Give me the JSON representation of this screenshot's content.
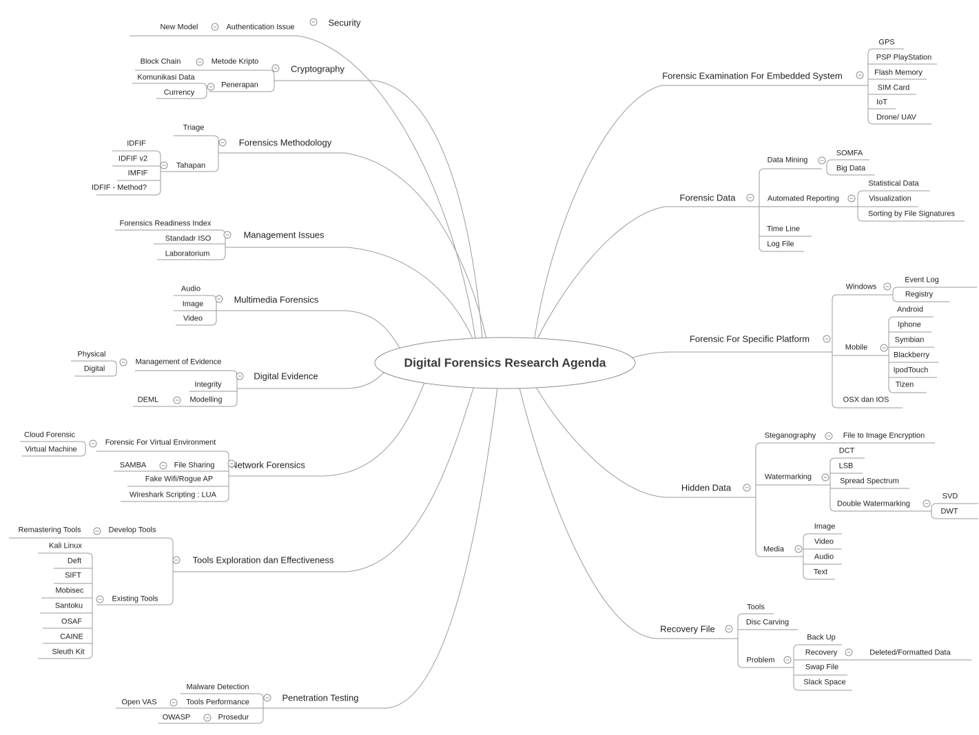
{
  "map": {
    "root": "Digital Forensics Research Agenda",
    "left": [
      {
        "label": "Security",
        "children": [
          {
            "label": "Authentication Issue",
            "children": [
              {
                "label": "New Model"
              }
            ]
          }
        ]
      },
      {
        "label": "Cryptography",
        "children": [
          {
            "label": "Metode Kripto",
            "children": [
              {
                "label": "Block Chain"
              }
            ]
          },
          {
            "label": "Penerapan",
            "children": [
              {
                "label": "Komunikasi Data"
              },
              {
                "label": "Currency"
              }
            ]
          }
        ]
      },
      {
        "label": "Forensics Methodology",
        "children": [
          {
            "label": "Triage"
          },
          {
            "label": "Tahapan",
            "children": [
              {
                "label": "IDFIF"
              },
              {
                "label": "IDFIF v2"
              },
              {
                "label": "IMFIF"
              },
              {
                "label": "IDFIF - Method?"
              }
            ]
          }
        ]
      },
      {
        "label": "Management Issues",
        "children": [
          {
            "label": "Forensics Readiness Index"
          },
          {
            "label": "Standadr ISO"
          },
          {
            "label": "Laboratorium"
          }
        ]
      },
      {
        "label": "Multimedia Forensics",
        "children": [
          {
            "label": "Audio"
          },
          {
            "label": "Image"
          },
          {
            "label": "Video"
          }
        ]
      },
      {
        "label": "Digital Evidence",
        "children": [
          {
            "label": "Management  of Evidence",
            "children": [
              {
                "label": "Physical"
              },
              {
                "label": "Digital"
              }
            ]
          },
          {
            "label": "Integrity"
          },
          {
            "label": "Modelling",
            "children": [
              {
                "label": "DEML"
              }
            ]
          }
        ]
      },
      {
        "label": "Network Forensics",
        "children": [
          {
            "label": "Forensic For Virtual Environment",
            "children": [
              {
                "label": "Cloud Forensic"
              },
              {
                "label": "Virtual Machine"
              }
            ]
          },
          {
            "label": "File Sharing",
            "children": [
              {
                "label": "SAMBA"
              }
            ]
          },
          {
            "label": "Fake Wifi/Rogue AP"
          },
          {
            "label": "Wireshark Scripting : LUA"
          }
        ]
      },
      {
        "label": "Tools Exploration dan Effectiveness",
        "children": [
          {
            "label": "Develop Tools",
            "children": [
              {
                "label": "Remastering Tools"
              }
            ]
          },
          {
            "label": "Existing Tools",
            "children": [
              {
                "label": "Kali Linux"
              },
              {
                "label": "Deft"
              },
              {
                "label": "SIFT"
              },
              {
                "label": "Mobisec"
              },
              {
                "label": "Santoku"
              },
              {
                "label": "OSAF"
              },
              {
                "label": "CAINE"
              },
              {
                "label": "Sleuth Kit"
              }
            ]
          }
        ]
      },
      {
        "label": "Penetration Testing",
        "children": [
          {
            "label": "Malware Detection"
          },
          {
            "label": "Tools Performance",
            "children": [
              {
                "label": "Open VAS"
              }
            ]
          },
          {
            "label": "Prosedur",
            "children": [
              {
                "label": "OWASP"
              }
            ]
          }
        ]
      }
    ],
    "right": [
      {
        "label": "Forensic Examination For Embedded System",
        "children": [
          {
            "label": "GPS"
          },
          {
            "label": "PSP PlayStation"
          },
          {
            "label": "Flash Memory"
          },
          {
            "label": "SIM Card"
          },
          {
            "label": "IoT"
          },
          {
            "label": "Drone/ UAV"
          }
        ]
      },
      {
        "label": "Forensic Data",
        "children": [
          {
            "label": "Data Mining",
            "children": [
              {
                "label": "SOMFA"
              },
              {
                "label": "Big Data"
              }
            ]
          },
          {
            "label": "Automated Reporting",
            "children": [
              {
                "label": "Statistical Data"
              },
              {
                "label": "Visualization"
              },
              {
                "label": "Sorting by File Signatures"
              }
            ]
          },
          {
            "label": "Time Line"
          },
          {
            "label": "Log File"
          }
        ]
      },
      {
        "label": "Forensic For Specific Platform",
        "children": [
          {
            "label": "Windows",
            "children": [
              {
                "label": "Event Log"
              },
              {
                "label": "Registry"
              }
            ]
          },
          {
            "label": "Mobile",
            "children": [
              {
                "label": "Android"
              },
              {
                "label": "Iphone"
              },
              {
                "label": "Symbian"
              },
              {
                "label": "Blackberry"
              },
              {
                "label": "IpodTouch"
              },
              {
                "label": "Tizen"
              }
            ]
          },
          {
            "label": "OSX dan IOS"
          }
        ]
      },
      {
        "label": "Hidden Data",
        "children": [
          {
            "label": "Steganography",
            "children": [
              {
                "label": "File to Image Encryption"
              }
            ]
          },
          {
            "label": "Watermarking",
            "children": [
              {
                "label": "DCT"
              },
              {
                "label": "LSB"
              },
              {
                "label": "Spread Spectrum"
              },
              {
                "label": "Double Watermarking",
                "children": [
                  {
                    "label": "SVD"
                  },
                  {
                    "label": "DWT"
                  }
                ]
              }
            ]
          },
          {
            "label": "Media",
            "children": [
              {
                "label": "Image"
              },
              {
                "label": "Video"
              },
              {
                "label": "Audio"
              },
              {
                "label": "Text"
              }
            ]
          }
        ]
      },
      {
        "label": "Recovery File",
        "children": [
          {
            "label": "Tools"
          },
          {
            "label": "Disc Carving"
          },
          {
            "label": "Problem",
            "children": [
              {
                "label": "Back Up"
              },
              {
                "label": "Recovery",
                "children": [
                  {
                    "label": "Deleted/Formatted Data"
                  }
                ]
              },
              {
                "label": "Swap File"
              },
              {
                "label": "Slack Space"
              }
            ]
          }
        ]
      }
    ]
  },
  "icons": {
    "collapse": "minus-circle"
  },
  "colors": {
    "line": "#9a9a9a",
    "text": "#1f1f1f",
    "title": "#3c3c3c",
    "background": "#ffffff"
  }
}
